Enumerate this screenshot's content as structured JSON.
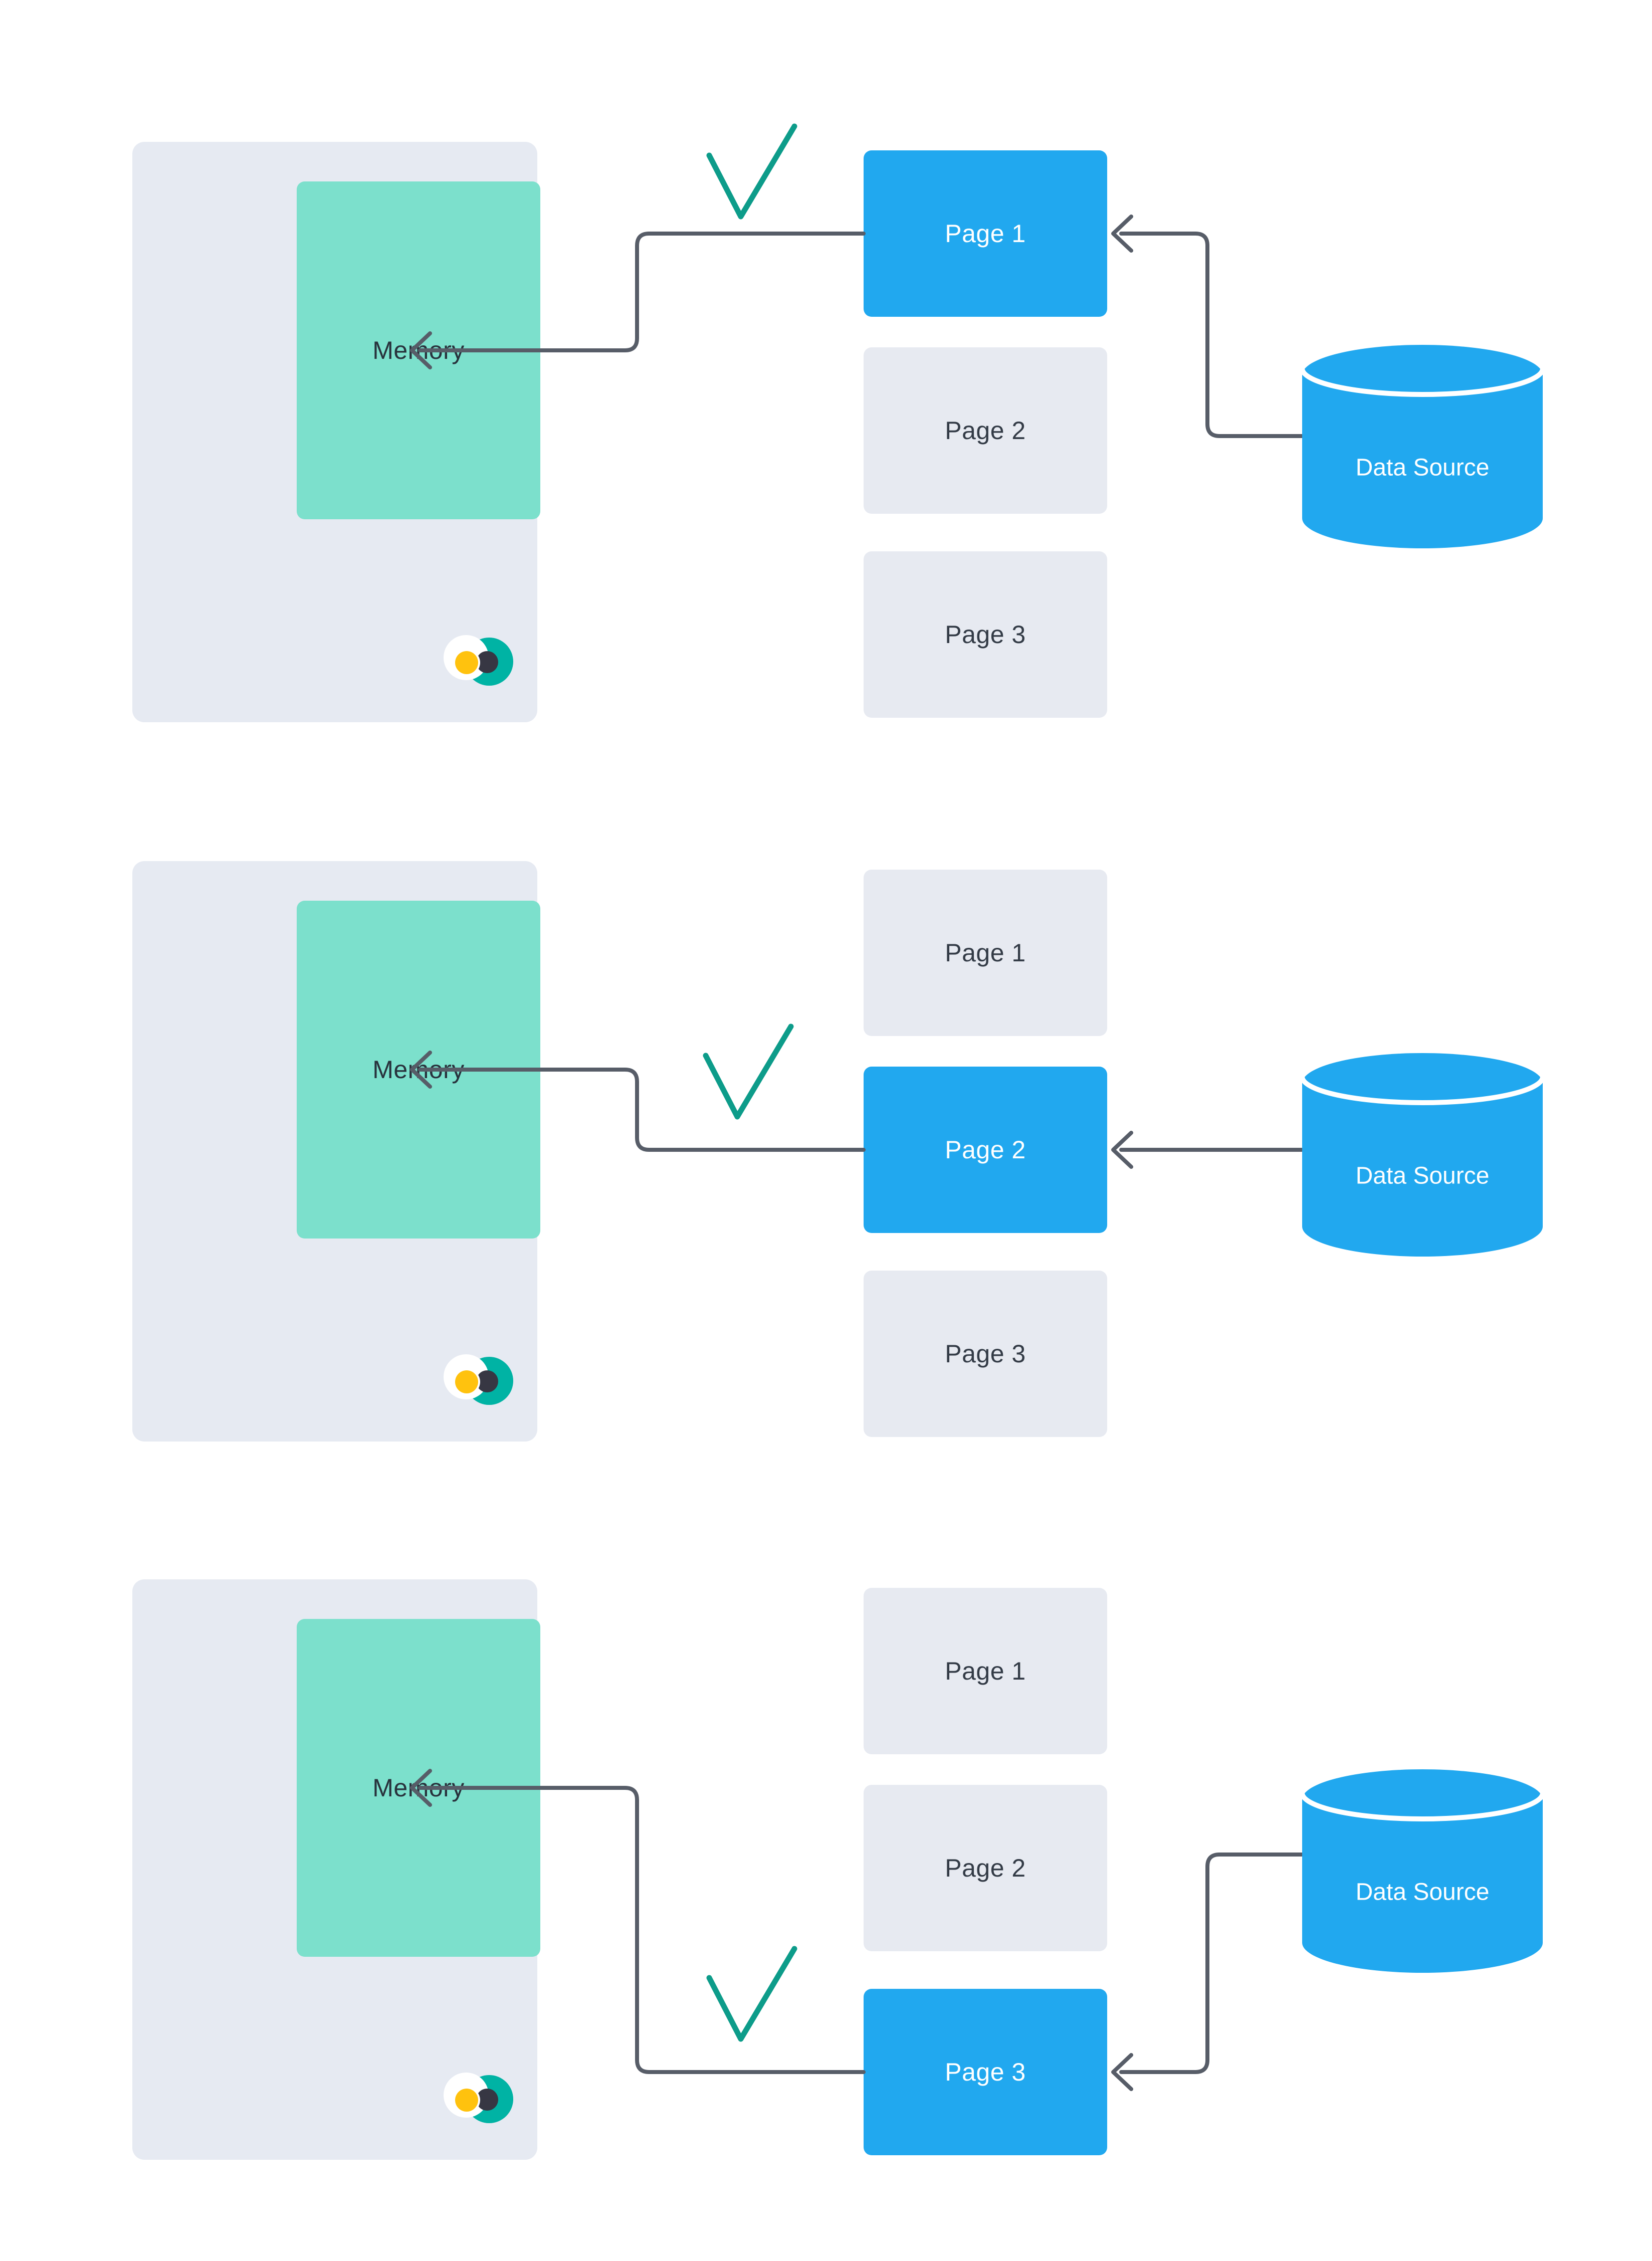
{
  "diagram_title": "",
  "colors": {
    "background": "#FFFFFF",
    "memory_panel_bg": "#E6EAF2",
    "memory_box_bg": "#7CE0CC",
    "page_bg": "#E7EAF1",
    "active_page_bg": "#21A8EF",
    "data_source_bg": "#21A8EF",
    "connector": "#575D68",
    "checkmark": "#0D9C8A",
    "logo_teal": "#00B3A4",
    "logo_dark": "#373743",
    "logo_yellow": "#FFC20E"
  },
  "rows": [
    {
      "memory_label": "Memory",
      "pages": [
        {
          "label": "Page 1"
        },
        {
          "label": "Page 2"
        },
        {
          "label": "Page 3"
        }
      ],
      "active_page": "Page 1",
      "data_source_label": "Data Source"
    },
    {
      "memory_label": "Memory",
      "pages": [
        {
          "label": "Page 1"
        },
        {
          "label": "Page 2"
        },
        {
          "label": "Page 3"
        }
      ],
      "active_page": "Page 2",
      "data_source_label": "Data Source"
    },
    {
      "memory_label": "Memory",
      "pages": [
        {
          "label": "Page 1"
        },
        {
          "label": "Page 2"
        },
        {
          "label": "Page 3"
        }
      ],
      "active_page": "Page 3",
      "data_source_label": "Data Source"
    }
  ]
}
